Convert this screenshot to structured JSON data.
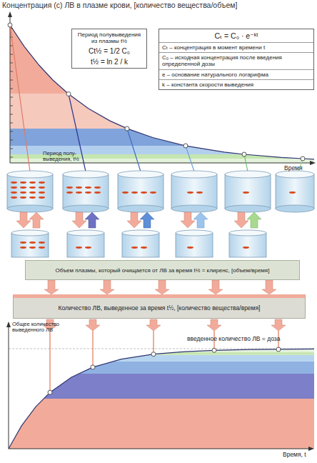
{
  "diagram": {
    "title": "Концентрация (с) ЛВ в плазме крови, [количество вещества/объем]",
    "nodes": [
      {
        "text": [
          "Период полувыведения из плазмы t½",
          "Ct½ = 1/2 C₀",
          "t½ = ln 2 / k"
        ]
      },
      {
        "text": [
          "Cₜ = C₀ · e⁻ᵏᵗ",
          "Cₜ – концентрация в момент времени t",
          "C₀ – исходная концентрация после введения определенной дозы",
          "e – основание натурального логарифма",
          "k – константа скорости выведения"
        ]
      },
      {
        "text": [
          "Объем плазмы, который очищается от ЛВ за время t½ = клиренс, [объем/время]"
        ]
      },
      {
        "text": [
          "Количество ЛВ, выведенное за время t½, [количество вещества/время]"
        ]
      }
    ],
    "edges": [
      {
        "from": 2,
        "to": 3,
        "arrow": "to"
      },
      {
        "from": 2,
        "to": 3,
        "arrow": "to"
      },
      {
        "from": 2,
        "to": 3,
        "arrow": "to"
      },
      {
        "from": 2,
        "to": 3,
        "arrow": "to"
      },
      {
        "from": 2,
        "to": 3,
        "arrow": "to"
      }
    ],
    "labels": [
      "Время",
      "Период полу-выведения, t½",
      "Общее количество выведенного ЛВ",
      "введенное количество ЛВ = доза",
      "Время, t"
    ]
  }
}
